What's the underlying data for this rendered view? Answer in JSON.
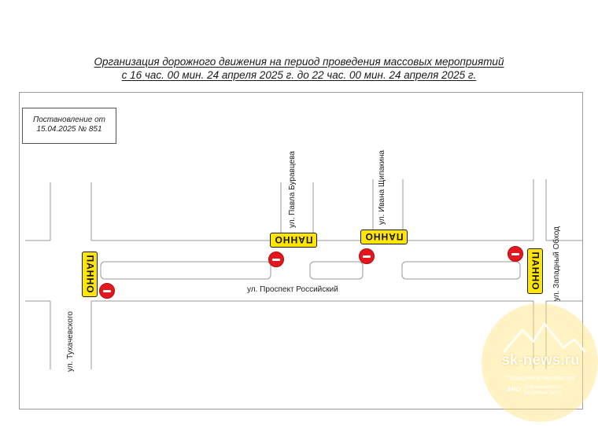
{
  "title": {
    "line1": "Организация дорожного движения на период проведения массовых мероприятий",
    "line2": "с 16 час. 00 мин. 24 апреля 2025 г. до 22 час. 00 мин. 24 апреля 2025 г."
  },
  "decree": {
    "line1": "Постановление от",
    "line2": "15.04.2025 № 851"
  },
  "streets": {
    "main": "ул. Проспект Российский",
    "buravtseva": "ул. Павла Буравцева",
    "shchipakina": "ул. Ивана Щипакина",
    "tukhachevskogo": "ул. Тухачевского",
    "zapadny_obkhod": "ул. Западный Обход"
  },
  "signs": {
    "panno_label": "ПАННО",
    "panno_count": 4,
    "no_entry_count": 4,
    "no_entry_icon": "no-entry-icon",
    "panno_color": "#ffe600",
    "no_entry_color": "#e4161e"
  },
  "watermark": {
    "site": "sk-news.ru",
    "partner": "\"Гражданское партнёрство\"",
    "ano": "АНО",
    "org_line1": "Информационно-",
    "org_line2": "ресурсный центр"
  }
}
